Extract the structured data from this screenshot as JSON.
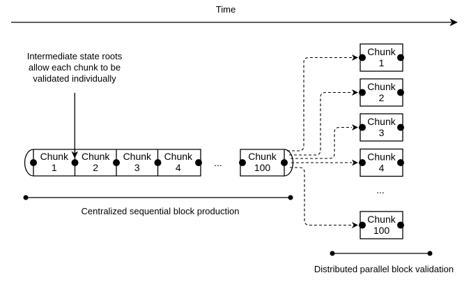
{
  "colors": {
    "background": "#ffffff",
    "stroke": "#000000",
    "text": "#000000"
  },
  "time_axis": {
    "label": "Time"
  },
  "annotation": {
    "line1": "Intermediate state roots",
    "line2": "allow each chunk to be",
    "line3": "validated individually"
  },
  "production": {
    "caption": "Centralized sequential block production",
    "ellipsis": "...",
    "chunks": [
      {
        "title": "Chunk",
        "number": "1"
      },
      {
        "title": "Chunk",
        "number": "2"
      },
      {
        "title": "Chunk",
        "number": "3"
      },
      {
        "title": "Chunk",
        "number": "4"
      }
    ],
    "final_chunk": {
      "title": "Chunk",
      "number": "100"
    }
  },
  "validation": {
    "caption": "Distributed parallel block validation",
    "ellipsis": "...",
    "chunks": [
      {
        "title": "Chunk",
        "number": "1"
      },
      {
        "title": "Chunk",
        "number": "2"
      },
      {
        "title": "Chunk",
        "number": "3"
      },
      {
        "title": "Chunk",
        "number": "4"
      },
      {
        "title": "Chunk",
        "number": "100"
      }
    ]
  }
}
